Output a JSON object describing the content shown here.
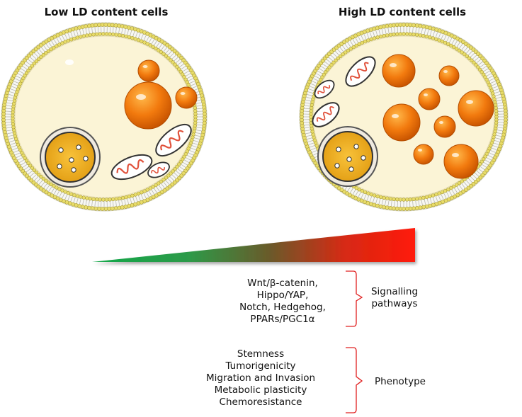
{
  "cells": {
    "low": {
      "title": "Low LD content cells"
    },
    "high": {
      "title": "High LD content cells"
    }
  },
  "signalling": {
    "lines": [
      "Wnt/β-catenin,",
      "Hippo/YAP,",
      "Notch, Hedgehog,",
      "PPARs/PGC1α"
    ],
    "label_lines": [
      "Signalling",
      "pathways"
    ]
  },
  "phenotype": {
    "lines": [
      "Stemness",
      "Tumorigenicity",
      "Migration and Invasion",
      "Metabolic plasticity",
      "Chemoresistance"
    ],
    "label": "Phenotype"
  },
  "colors": {
    "membrane_head": "#e8dc6a",
    "cytoplasm": "#fbf4d6",
    "lipid_droplet": "#f07a10",
    "gradient_start": "#11a84a",
    "gradient_mid": "#6a5a2a",
    "gradient_end": "#ff1a0a",
    "bracket": "#e02020"
  }
}
